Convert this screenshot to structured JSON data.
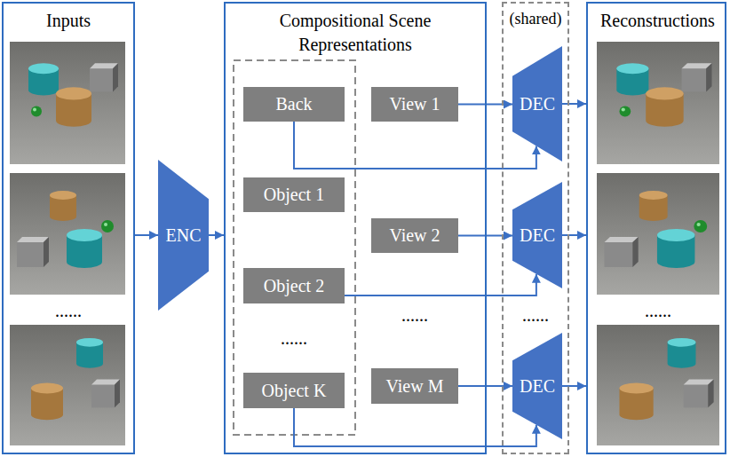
{
  "diagram": {
    "nodes": [
      {
        "text": [
          "Inputs"
        ]
      },
      {
        "text": [
          "ENC"
        ]
      },
      {
        "text": [
          "Compositional Scene Representations"
        ]
      },
      {
        "text": [
          "Back"
        ],
        "in": 2
      },
      {
        "text": [
          "Object 1"
        ],
        "in": 2
      },
      {
        "text": [
          "Object 2"
        ],
        "in": 2
      },
      {
        "text": [
          "Object K"
        ],
        "in": 2
      },
      {
        "text": [
          "View 1"
        ],
        "in": 2
      },
      {
        "text": [
          "View 2"
        ],
        "in": 2
      },
      {
        "text": [
          "View M"
        ],
        "in": 2
      },
      {
        "text": [
          "(shared)"
        ]
      },
      {
        "text": [
          "DEC"
        ],
        "in": 10
      },
      {
        "text": [
          "DEC"
        ],
        "in": 10
      },
      {
        "text": [
          "DEC"
        ],
        "in": 10
      },
      {
        "text": [
          "Reconstructions"
        ]
      }
    ],
    "edges": [
      {
        "from": 0,
        "to": 1,
        "arrow": "to"
      },
      {
        "from": 1,
        "to": 2,
        "arrow": "to"
      },
      {
        "from": 7,
        "to": 11,
        "arrow": "to"
      },
      {
        "from": 3,
        "to": 11,
        "arrow": "to"
      },
      {
        "from": 8,
        "to": 12,
        "arrow": "to"
      },
      {
        "from": 5,
        "to": 12,
        "arrow": "to"
      },
      {
        "from": 9,
        "to": 13,
        "arrow": "to"
      },
      {
        "from": 6,
        "to": 13,
        "arrow": "to"
      },
      {
        "from": 11,
        "to": 14,
        "arrow": "to"
      },
      {
        "from": 12,
        "to": 14,
        "arrow": "to"
      },
      {
        "from": 13,
        "to": 14,
        "arrow": "to"
      }
    ],
    "labels": [
      "......",
      "......",
      "......",
      "......",
      "......"
    ]
  }
}
